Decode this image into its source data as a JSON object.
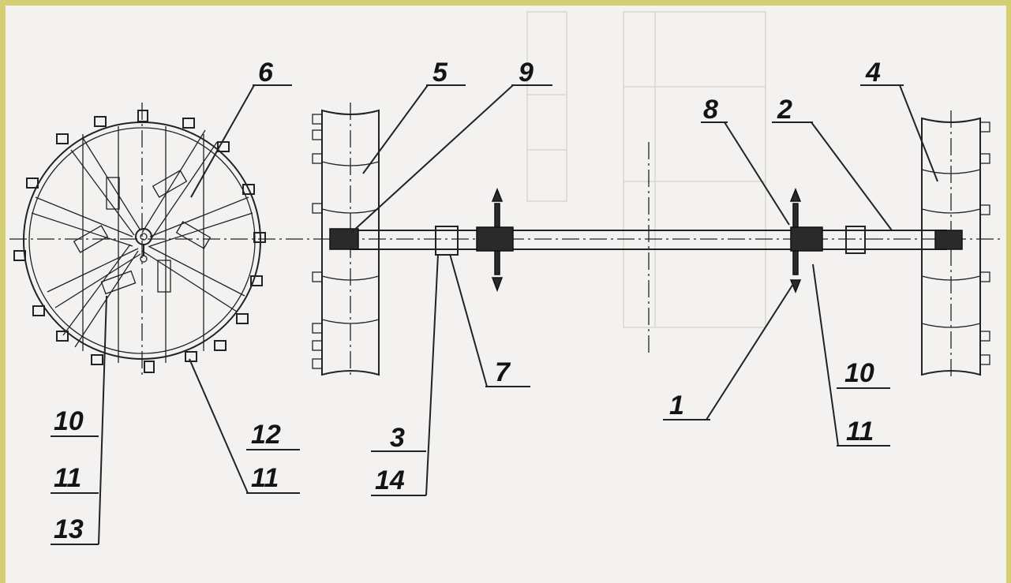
{
  "callouts": {
    "c1": "1",
    "c2": "2",
    "c3_14": {
      "top": "3",
      "bottom": "14"
    },
    "c4": "4",
    "c5": "5",
    "c6": "6",
    "c7": "7",
    "c8": "8",
    "c9": "9",
    "c10_11_right": {
      "top": "10",
      "bottom": "11"
    },
    "c10_11_13_left": {
      "top": "10",
      "middle": "11",
      "bottom": "13"
    },
    "c12_11": {
      "top": "12",
      "bottom": "11"
    }
  },
  "colors": {
    "frame": "#d4cf72",
    "paper": "#f3f2f0",
    "ink": "#222222"
  }
}
